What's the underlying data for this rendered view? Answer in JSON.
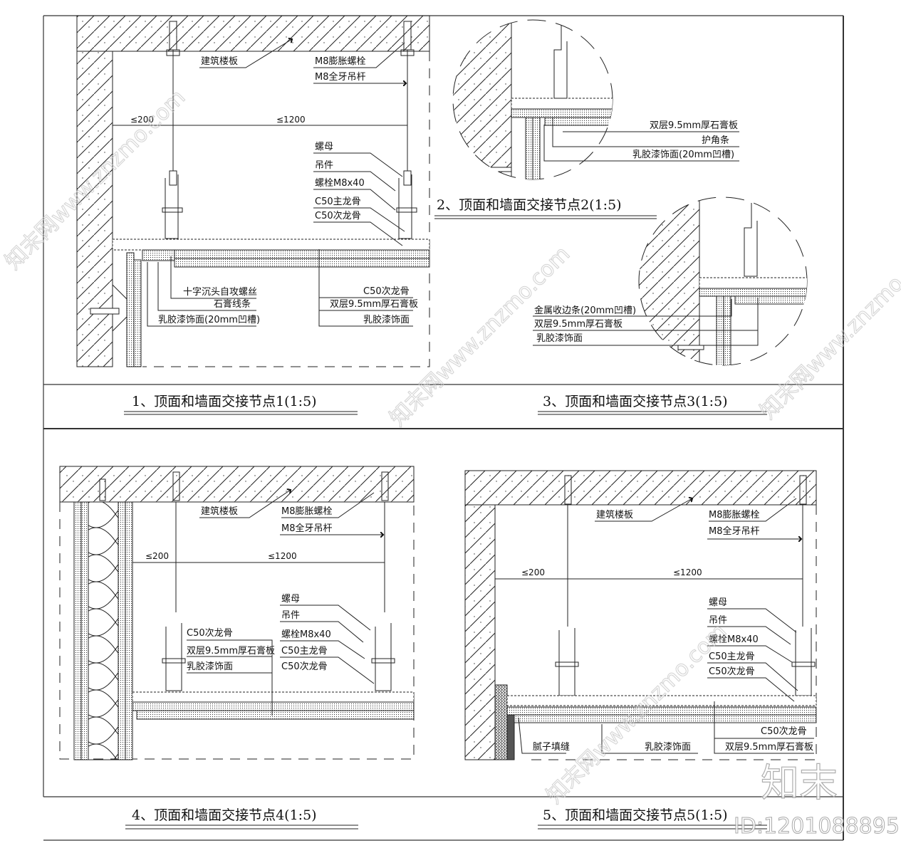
{
  "sheet": {
    "frame_color": "#333333",
    "line_color": "#111111",
    "watermark_color": "#c8c8c8"
  },
  "details": [
    {
      "id": 1,
      "title": "1、顶面和墙面交接节点1(1:5)",
      "dims": [
        "≤200",
        "≤1200"
      ],
      "labels_top": [
        "建筑楼板",
        "M8膨胀螺栓",
        "M8全牙吊杆"
      ],
      "labels_hanger": [
        "螺母",
        "吊件",
        "螺栓M8x40",
        "C50主龙骨",
        "C50次龙骨"
      ],
      "labels_left": [
        "十字沉头自攻螺丝",
        "石膏线条",
        "乳胶漆饰面(20mm凹槽)"
      ],
      "labels_right": [
        "C50次龙骨",
        "双层9.5mm厚石膏板",
        "乳胶漆饰面"
      ]
    },
    {
      "id": 2,
      "title": "2、顶面和墙面交接节点2(1:5)",
      "labels": [
        "双层9.5mm厚石膏板",
        "护角条",
        "乳胶漆饰面(20mm凹槽)"
      ]
    },
    {
      "id": 3,
      "title": "3、顶面和墙面交接节点3(1:5)",
      "labels": [
        "金属收边条(20mm凹槽)",
        "双层9.5mm厚石膏板",
        "乳胶漆饰面"
      ]
    },
    {
      "id": 4,
      "title": "4、顶面和墙面交接节点4(1:5)",
      "dims": [
        "≤200",
        "≤1200"
      ],
      "labels_top": [
        "建筑楼板",
        "M8膨胀螺栓",
        "M8全牙吊杆"
      ],
      "labels_hanger": [
        "螺母",
        "吊件",
        "螺栓M8x40",
        "C50主龙骨",
        "C50次龙骨"
      ],
      "labels_left": [
        "C50次龙骨",
        "双层9.5mm厚石膏板",
        "乳胶漆饰面"
      ]
    },
    {
      "id": 5,
      "title": "5、顶面和墙面交接节点5(1:5)",
      "dims": [
        "≤200",
        "≤1200"
      ],
      "labels_top": [
        "建筑楼板",
        "M8膨胀螺栓",
        "M8全牙吊杆"
      ],
      "labels_hanger": [
        "螺母",
        "吊件",
        "螺栓M8x40",
        "C50主龙骨",
        "C50次龙骨"
      ],
      "labels_bottom": [
        "腻子填缝",
        "乳胶漆饰面",
        "C50次龙骨",
        "双层9.5mm厚石膏板"
      ]
    }
  ],
  "watermarks": {
    "site": "知末网www.znzmo.com",
    "brand": "知末",
    "id_text": "ID:1201088895"
  }
}
